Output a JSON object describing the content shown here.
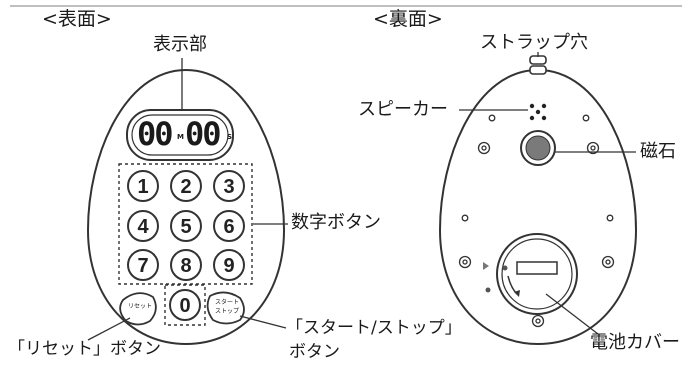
{
  "headings": {
    "front": "<表面>",
    "back": "<裏面>"
  },
  "front": {
    "display_time": {
      "minutes": "00",
      "seconds": "00",
      "m_unit": "M",
      "s_unit": "S"
    },
    "keypad": [
      "1",
      "2",
      "3",
      "4",
      "5",
      "6",
      "7",
      "8",
      "9",
      "0"
    ],
    "reset_button_text": "リセット",
    "start_stop_button_text": [
      "スタート",
      "ストップ"
    ]
  },
  "labels": {
    "display": "表示部",
    "number_buttons": "数字ボタン",
    "reset_button": "「リセット」ボタン",
    "start_stop_button_line1": "「スタート/ストップ」",
    "start_stop_button_line2": "ボタン",
    "strap_hole": "ストラップ穴",
    "speaker": "スピーカー",
    "magnet": "磁石",
    "battery_cover": "電池カバー"
  }
}
